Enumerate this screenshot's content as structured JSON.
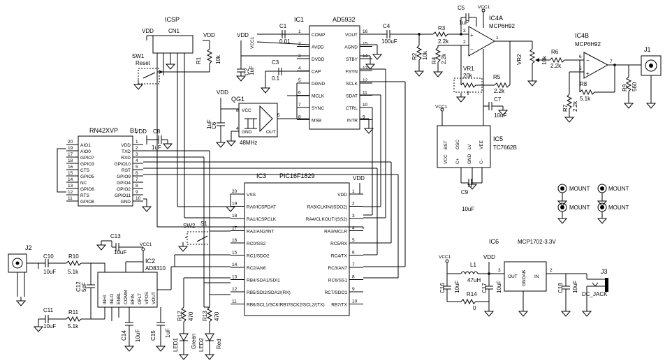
{
  "components": {
    "icsp": {
      "title": "ICSP",
      "ref": "CN1",
      "vdd": "VDD"
    },
    "sw1": {
      "ref": "SW1",
      "name": "Reset"
    },
    "r1": {
      "ref": "R1",
      "val": "10k",
      "vdd": "VDD"
    },
    "c1": {
      "ref": "C1",
      "val": "0.01"
    },
    "c2": {
      "ref": "C2",
      "val": "1uF"
    },
    "c3": {
      "ref": "C3",
      "val": "0.1"
    },
    "vdd_ic1": "VDD",
    "vcc1_ic1": "VCC1",
    "ic1": {
      "ref": "IC1",
      "part": "AD5932",
      "left": [
        {
          "num": "1",
          "name": "COMP"
        },
        {
          "num": "2",
          "name": "AVDD"
        },
        {
          "num": "3",
          "name": "DVDD"
        },
        {
          "num": "4",
          "name": "CAP"
        },
        {
          "num": "5",
          "name": "DGND"
        },
        {
          "num": "6",
          "name": "MCLK"
        },
        {
          "num": "7",
          "name": "SYNC"
        },
        {
          "num": "8",
          "name": "MSB"
        }
      ],
      "right": [
        {
          "num": "16",
          "name": "VOUT"
        },
        {
          "num": "15",
          "name": "AGND"
        },
        {
          "num": "14",
          "name": "STBY"
        },
        {
          "num": "13",
          "name": "FSYN"
        },
        {
          "num": "12",
          "name": "SCLK"
        },
        {
          "num": "11",
          "name": "SDAT"
        },
        {
          "num": "10",
          "name": "CTRL"
        },
        {
          "num": "9",
          "name": "INTR"
        }
      ]
    },
    "c4": {
      "ref": "C4",
      "val": "100uF"
    },
    "c5": {
      "ref": "C5",
      "val": "1uF"
    },
    "vcc1_ic4": "VCC1",
    "ic4a": {
      "ref": "IC4A",
      "part": "MCP6H92"
    },
    "r3": {
      "ref": "R3",
      "val": "2.2k"
    },
    "r2": {
      "ref": "R2",
      "val": "10k"
    },
    "r4": {
      "ref": "R4",
      "val": "2.2k"
    },
    "vr1": {
      "ref": "VR1",
      "val": "20k"
    },
    "r5": {
      "ref": "R5",
      "val": "2.2k"
    },
    "vr2": {
      "ref": "VR2",
      "val": "10k"
    },
    "c7": {
      "ref": "C7",
      "val": "10uF"
    },
    "ic4b": {
      "ref": "IC4B",
      "part": "MCP6H92"
    },
    "r6": {
      "ref": "R6",
      "val": "2.2k"
    },
    "r7": {
      "ref": "R7",
      "val": "2.2k"
    },
    "r8": {
      "ref": "R8",
      "val": "5.1k"
    },
    "r9": {
      "ref": "R9",
      "val": "560"
    },
    "j1": {
      "ref": "J1"
    },
    "qg1": {
      "ref": "QG1",
      "freq": "48MHz",
      "vdd": "VDD",
      "pins": [
        "VCC",
        "GND",
        "OUT"
      ]
    },
    "c6": {
      "ref": "C6",
      "val": "1uF"
    },
    "rn42": {
      "ref": "RN42XVP",
      "tag": "B1",
      "left": [
        {
          "num": "20",
          "name": "AIO1"
        },
        {
          "num": "19",
          "name": "AIO0"
        },
        {
          "num": "17",
          "name": "GPIO7"
        },
        {
          "num": "18",
          "name": "GPIO3"
        },
        {
          "num": "16",
          "name": "CTS"
        },
        {
          "num": "15",
          "name": "GPIO5"
        },
        {
          "num": "14",
          "name": "NC"
        },
        {
          "num": "13",
          "name": "GPIO6"
        },
        {
          "num": "12",
          "name": "RTS"
        },
        {
          "num": "11",
          "name": "GPIO8"
        }
      ],
      "right": [
        {
          "num": "1",
          "name": "VDD"
        },
        {
          "num": "2",
          "name": "TXD"
        },
        {
          "num": "3",
          "name": "RXD"
        },
        {
          "num": "4",
          "name": "GPIO10"
        },
        {
          "num": "5",
          "name": "RST"
        },
        {
          "num": "6",
          "name": "GPIO9"
        },
        {
          "num": "7",
          "name": "GPIO4"
        },
        {
          "num": "8",
          "name": "GPIO2"
        },
        {
          "num": "9",
          "name": "GPIO11"
        },
        {
          "num": "10",
          "name": "GND"
        }
      ]
    },
    "vdd_rn42": "VDD",
    "c8": {
      "ref": "C8",
      "val": "1uF"
    },
    "ic3": {
      "ref": "IC3",
      "part": "PIC16F1829",
      "vdd": "VDD",
      "left": [
        {
          "num": "20",
          "name": "VSS"
        },
        {
          "num": "19",
          "name": "RA0/ICSPDAT"
        },
        {
          "num": "18",
          "name": "RA1/ICSPCLK"
        },
        {
          "num": "17",
          "name": "RA2/AN2/INT"
        },
        {
          "num": "16",
          "name": "RC0/SS2"
        },
        {
          "num": "15",
          "name": "RC1/SDO2"
        },
        {
          "num": "14",
          "name": "RC2/AN6"
        },
        {
          "num": "13",
          "name": "RB4/SDA1/SDI1"
        },
        {
          "num": "12",
          "name": "RB5/SDI2/SDA2/(RX)"
        },
        {
          "num": "11",
          "name": "RB6/SCL1/SCK/RB7/SCK2/SCL2/(TX)"
        }
      ],
      "right": [
        {
          "num": "1",
          "name": "VDD"
        },
        {
          "num": "2",
          "name": "RA5/CLKIN/(SDO2)"
        },
        {
          "num": "3",
          "name": "RA4/CLKOUT/(SS2)"
        },
        {
          "num": "4",
          "name": "RA3/MCLR"
        },
        {
          "num": "5",
          "name": "RC5/RX"
        },
        {
          "num": "6",
          "name": "RC4/TX"
        },
        {
          "num": "7",
          "name": "RC3/AN7"
        },
        {
          "num": "8",
          "name": "RC6/SS1"
        },
        {
          "num": "9",
          "name": "RC7/SDO1"
        },
        {
          "num": "10",
          "name": "RB7/TX"
        }
      ]
    },
    "sw2": {
      "ref": "SW2",
      "tag": "S1"
    },
    "ic5": {
      "ref": "IC5",
      "part": "TC7662B",
      "vcc": "VCC1",
      "pins": [
        "BST",
        "OSC",
        "LV",
        "VEE",
        "VCC",
        "C+",
        "GND",
        "C-"
      ]
    },
    "c9": {
      "ref": "C9",
      "val": "10uF"
    },
    "mount": [
      "MOUNT",
      "MOUNT",
      "MOUNT",
      "MOUNT"
    ],
    "j2": {
      "ref": "J2"
    },
    "c10": {
      "ref": "C10",
      "val": "10uF"
    },
    "c11": {
      "ref": "C11",
      "val": "10uF"
    },
    "r10": {
      "ref": "R10",
      "val": "5.1k"
    },
    "r11": {
      "ref": "R11",
      "val": "5.1k"
    },
    "c12": {
      "ref": "C12",
      "val": "5pF"
    },
    "c13": {
      "ref": "C13",
      "val": "10uF"
    },
    "ic2": {
      "ref": "IC2",
      "part": "AD8310",
      "vcc": "VCC1",
      "pins": [
        "INHI",
        "INLO",
        "ENBL",
        "COMM",
        "BFIN",
        "OFLT",
        "VPOS",
        "VOUT"
      ]
    },
    "c14": {
      "ref": "C14",
      "val": "10uF"
    },
    "c15": {
      "ref": "C15",
      "val": "1uF"
    },
    "r12": {
      "ref": "R12",
      "val": "470"
    },
    "r13": {
      "ref": "R13",
      "val": "470"
    },
    "led1": {
      "ref": "LED1",
      "color": "Green"
    },
    "led2": {
      "ref": "LED2",
      "color": "Red"
    },
    "ic6": {
      "ref": "IC6",
      "part": "MCP1702-3.3V",
      "pins": [
        "OUT",
        "GND",
        "IN",
        "GNDAB"
      ]
    },
    "l1": {
      "ref": "L1",
      "val": "47uH"
    },
    "vcc1_psu": "VCC1",
    "vdd_psu": "VDD",
    "c16": {
      "ref": "C16",
      "val": "10uF"
    },
    "c17": {
      "ref": "C17",
      "val": "10uF"
    },
    "c18": {
      "ref": "C18",
      "val": "10uF"
    },
    "r14": {
      "ref": "R14",
      "val": "0"
    },
    "j3": {
      "ref": "J3",
      "name": "DC_JACK"
    }
  }
}
